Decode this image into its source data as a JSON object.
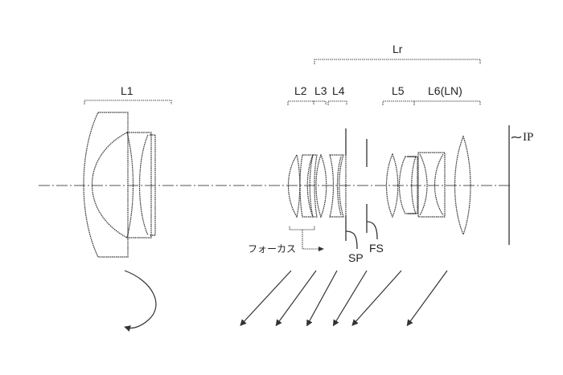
{
  "diagram": {
    "type": "optical lens cross-section",
    "labels": {
      "lr": "Lr",
      "l1": "L1",
      "l2": "L2",
      "l3": "L3",
      "l4": "L4",
      "l5": "L5",
      "l6": "L6(LN)",
      "ip": "IP",
      "sp": "SP",
      "fs": "FS",
      "focus": "フォーカス"
    },
    "groups": [
      {
        "id": "L1",
        "description": "front lens group"
      },
      {
        "id": "L2",
        "description": "focus group lens"
      },
      {
        "id": "L3",
        "description": "lens group"
      },
      {
        "id": "L4",
        "description": "lens group"
      },
      {
        "id": "L5",
        "description": "lens group"
      },
      {
        "id": "L6(LN)",
        "description": "rear lens group"
      },
      {
        "id": "Lr",
        "description": "rear group L2–L6"
      }
    ],
    "markers": {
      "aperture_stop": "SP",
      "flare_stop": "FS",
      "image_plane": "IP"
    },
    "movement_arrows": 7,
    "colors": {
      "line": "#333333",
      "background": "#ffffff"
    }
  }
}
